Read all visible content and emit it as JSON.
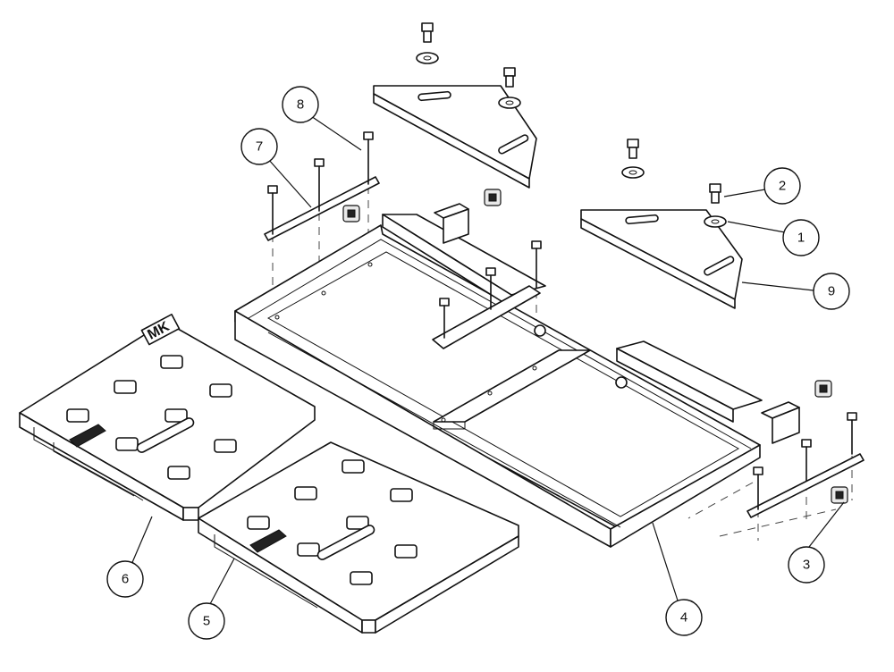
{
  "diagram": {
    "logo": "MK",
    "callouts": [
      {
        "id": "callout-1",
        "label": "1"
      },
      {
        "id": "callout-2",
        "label": "2"
      },
      {
        "id": "callout-3",
        "label": "3"
      },
      {
        "id": "callout-4",
        "label": "4"
      },
      {
        "id": "callout-5",
        "label": "5"
      },
      {
        "id": "callout-6",
        "label": "6"
      },
      {
        "id": "callout-7",
        "label": "7"
      },
      {
        "id": "callout-8",
        "label": "8"
      },
      {
        "id": "callout-9",
        "label": "9"
      }
    ],
    "parts": [
      "washer",
      "bolt",
      "end-cap",
      "frame",
      "platform-right",
      "platform-left",
      "clamp-plate",
      "long-bolt",
      "mounting-bracket"
    ]
  }
}
